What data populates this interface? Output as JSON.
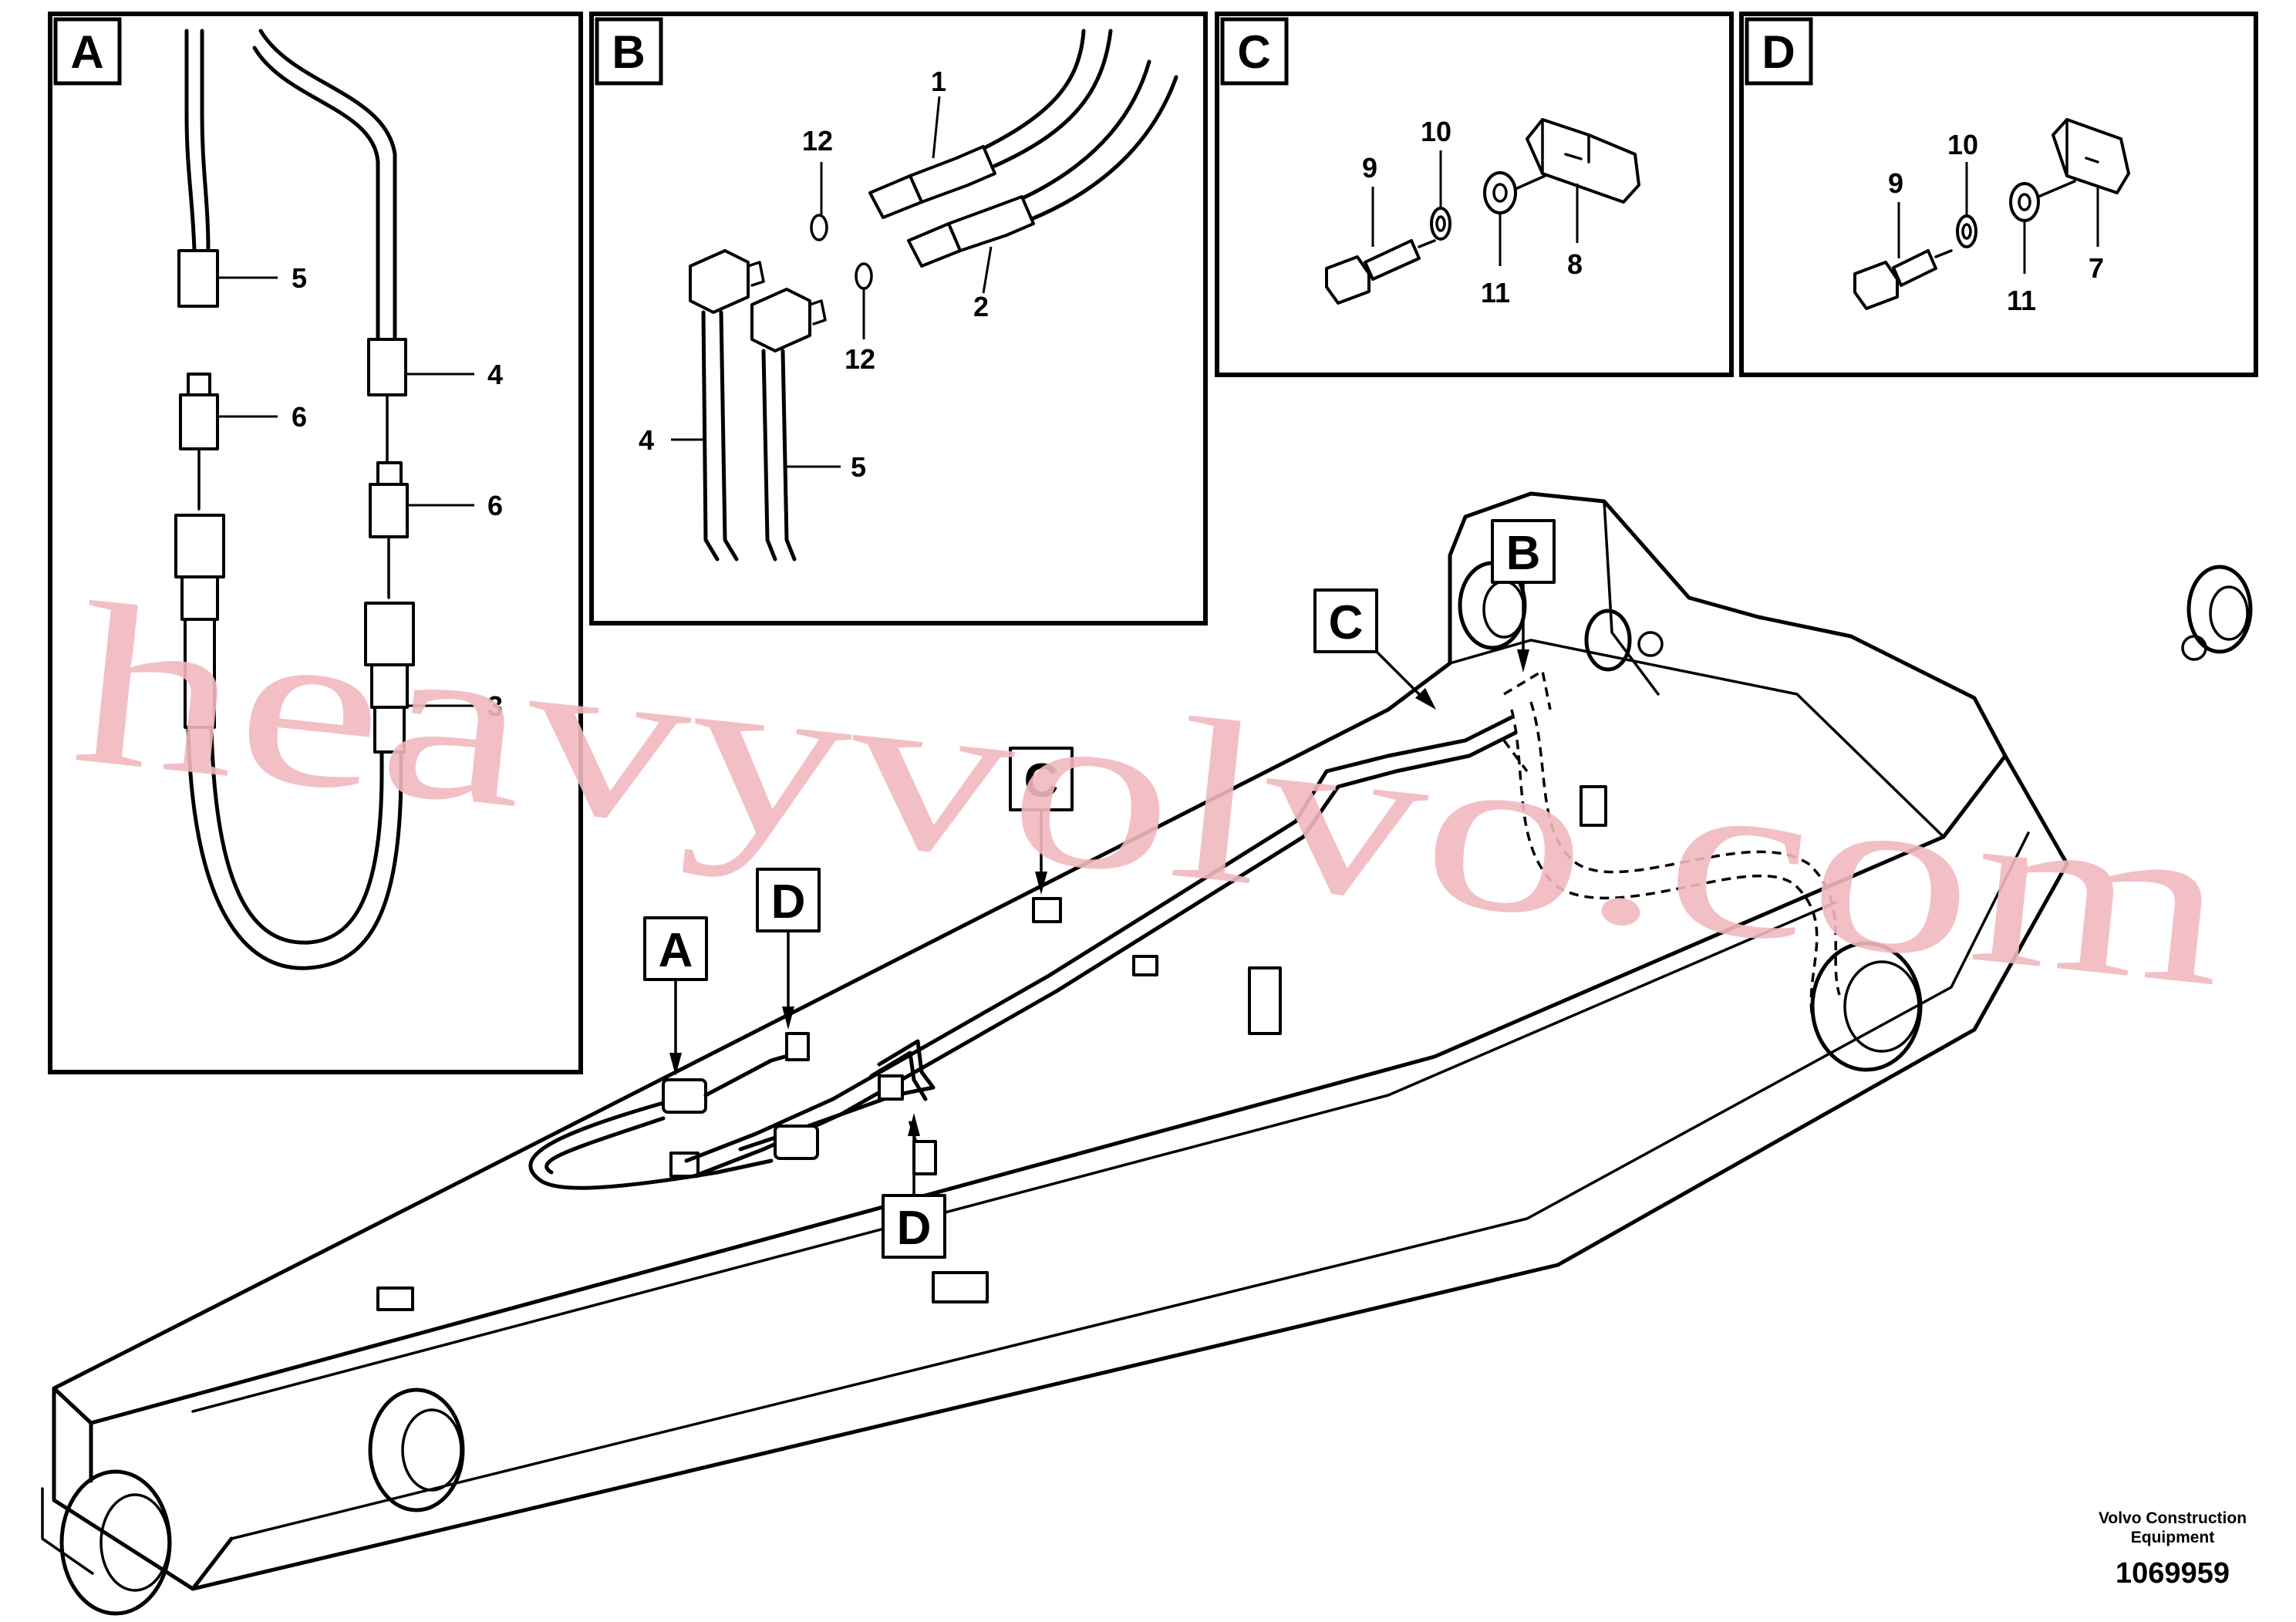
{
  "panels": {
    "a": {
      "letter": "A",
      "callouts": [
        "5",
        "6",
        "4",
        "6",
        "3"
      ]
    },
    "b": {
      "letter": "B",
      "callouts": [
        "1",
        "12",
        "2",
        "12",
        "4",
        "5"
      ]
    },
    "c": {
      "letter": "C",
      "callouts": [
        "9",
        "10",
        "11",
        "8"
      ]
    },
    "d": {
      "letter": "D",
      "callouts": [
        "9",
        "10",
        "11",
        "7"
      ]
    }
  },
  "main_tags": {
    "a": "A",
    "b": "B",
    "c1": "C",
    "c2": "C",
    "d1": "D",
    "d2": "D"
  },
  "watermark": "heavyvolvo.com",
  "footer": {
    "brand_line1": "Volvo Construction",
    "brand_line2": "Equipment",
    "drawing_number": "1069959"
  }
}
